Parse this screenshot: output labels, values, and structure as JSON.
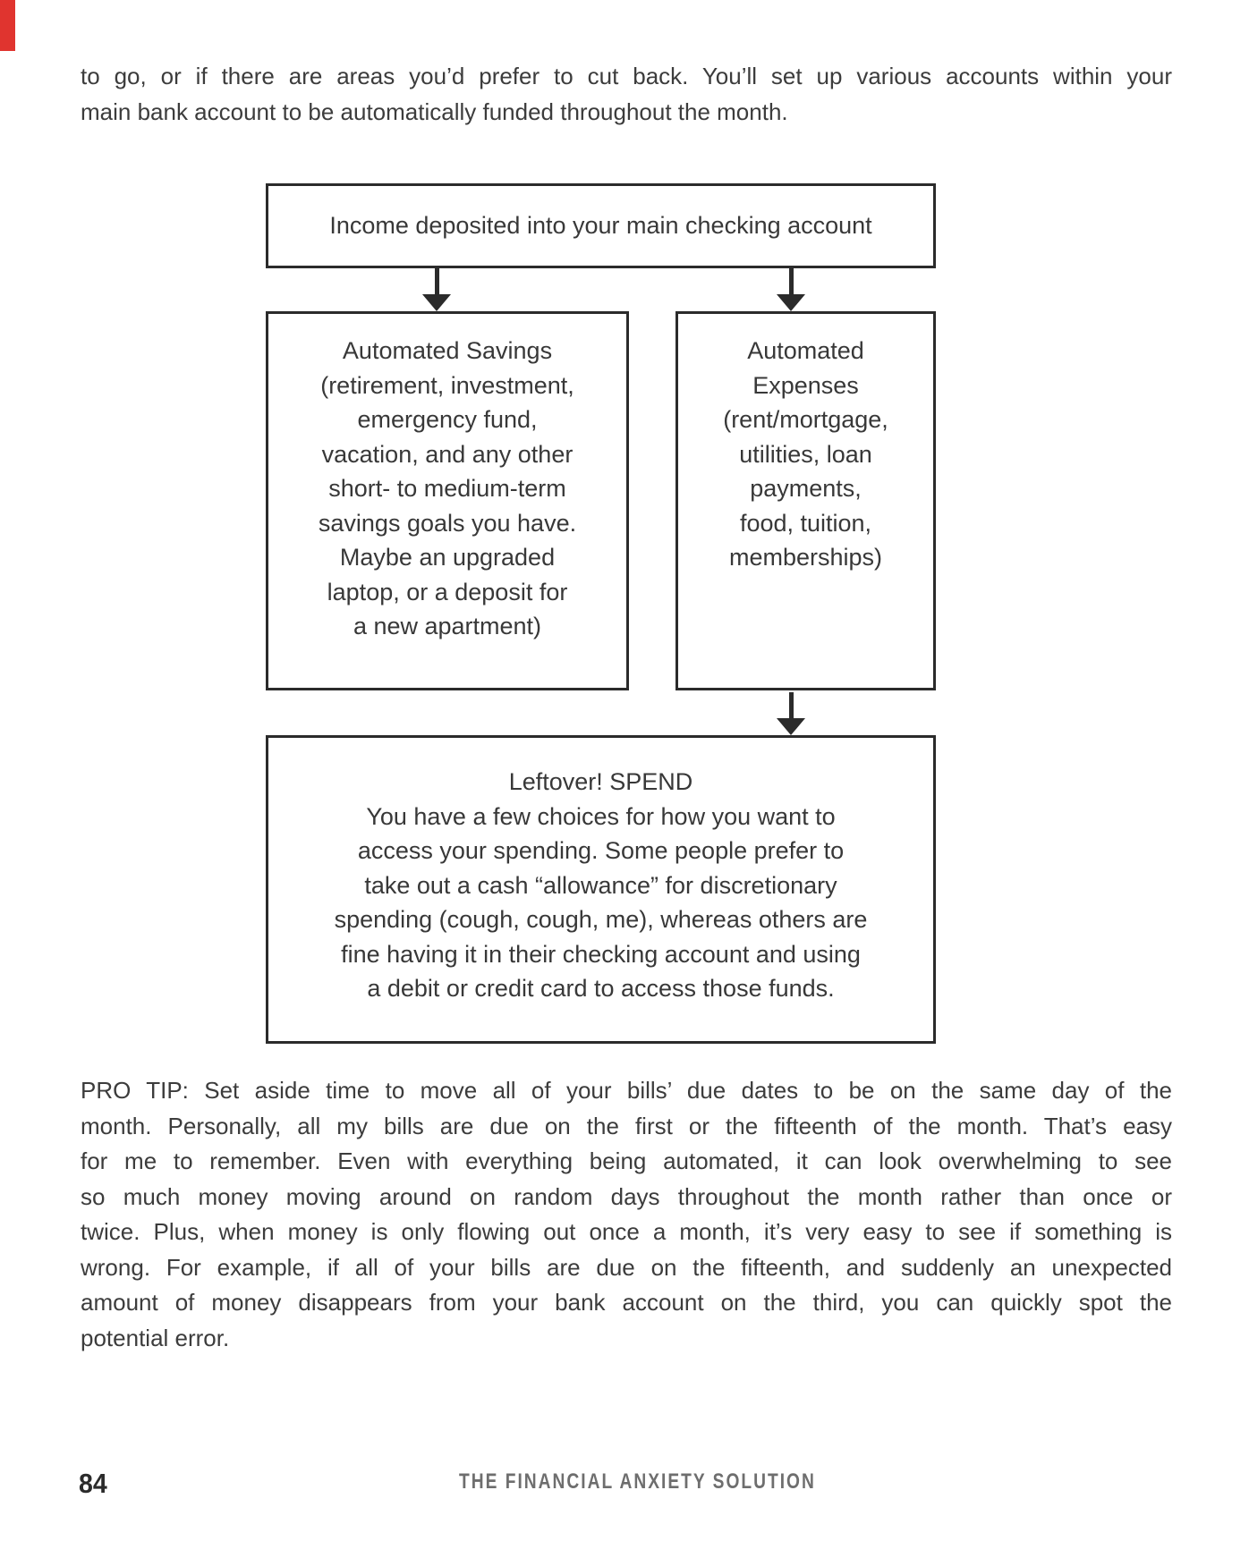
{
  "page": {
    "bookmark_color": "#e0342f"
  },
  "intro": {
    "lines": [
      "to go, or if there are areas you’d prefer to cut back. You’ll set up various accounts within your",
      "main bank account to be automatically funded throughout the month."
    ]
  },
  "flowchart": {
    "income_box": {
      "label": "Income deposited into your main checking account"
    },
    "savings_box": {
      "lines": [
        "Automated Savings",
        "(retirement, investment,",
        "emergency fund,",
        "vacation, and any other",
        "short- to medium-term",
        "savings goals you have.",
        "Maybe an upgraded",
        "laptop, or a deposit for",
        "a new apartment)"
      ]
    },
    "expenses_box": {
      "lines": [
        "Automated",
        "Expenses",
        "(rent/mortgage,",
        "utilities, loan",
        "payments,",
        "food, tuition,",
        "memberships)"
      ]
    },
    "spend_box": {
      "lines": [
        "Leftover! SPEND",
        "You have a few choices for how you want to",
        "access your spending. Some people prefer to",
        "take out a cash “allowance” for discretionary",
        "spending (cough, cough, me), whereas others are",
        "fine having it in their checking account and using",
        "a debit or credit card to access those funds."
      ]
    }
  },
  "pro_tip": {
    "lines": [
      "PRO TIP: Set aside time to move all of your bills’ due dates to be on the same day of the",
      "month. Personally, all my bills are due on the first or the fifteenth of the month. That’s easy",
      "for me to remember. Even with everything being automated, it can look overwhelming to see",
      "so much money moving around on random days throughout the month rather than once or",
      "twice. Plus, when money is only flowing out once a month, it’s very easy to see if something is",
      "wrong. For example, if all of your bills are due on the fifteenth, and suddenly an unexpected",
      "amount of money disappears from your bank account on the third, you can quickly spot the",
      "potential error."
    ]
  },
  "footer": {
    "page_number": "84",
    "book_title": "THE FINANCIAL ANXIETY SOLUTION"
  }
}
